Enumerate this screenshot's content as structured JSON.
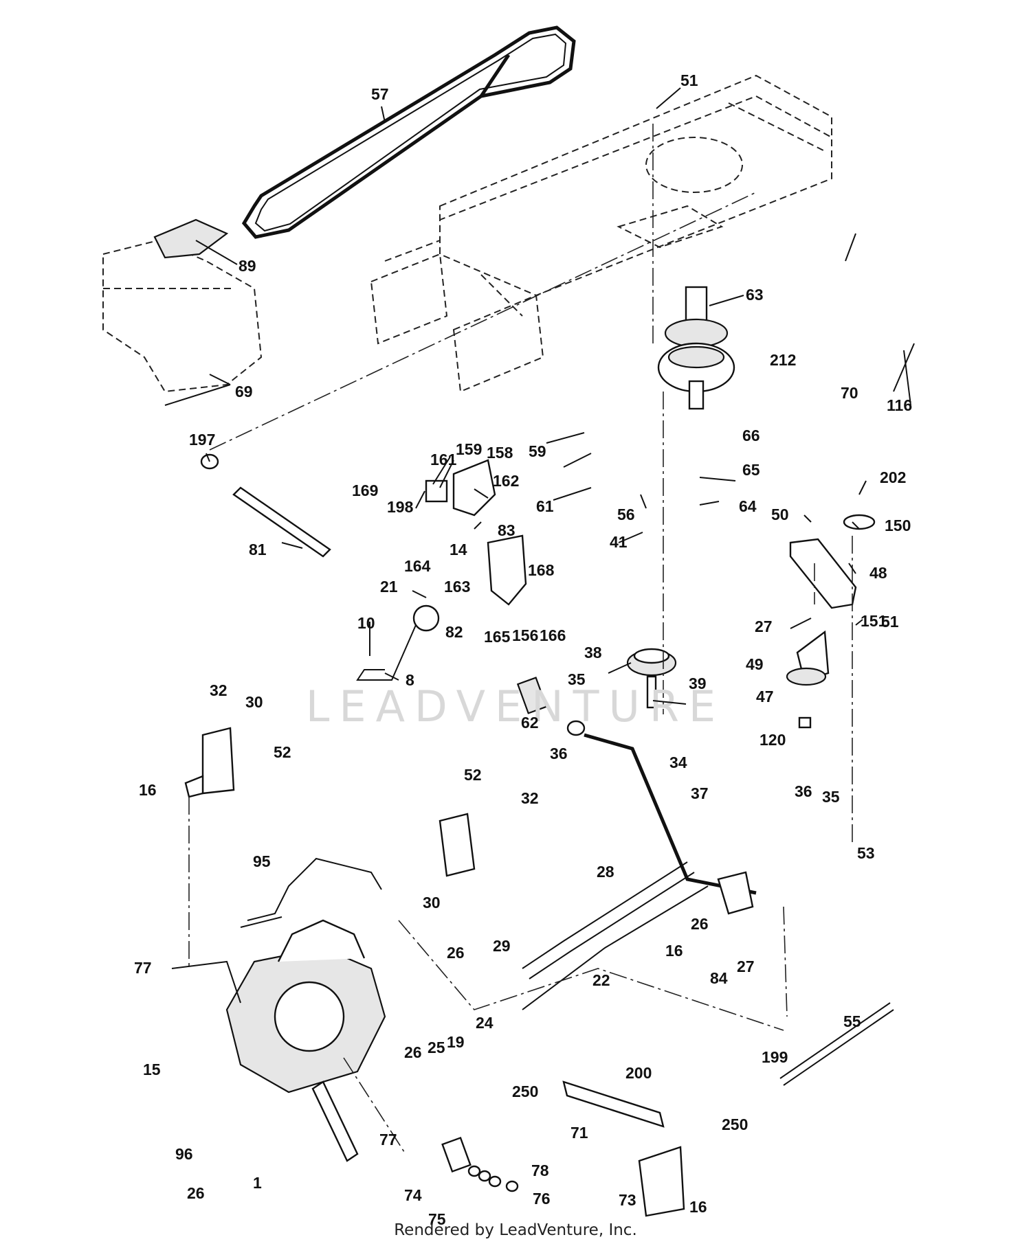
{
  "footer": "Rendered by LeadVenture, Inc.",
  "watermark": "LEADVENTURE",
  "part_labels": [
    "57",
    "51",
    "89",
    "63",
    "212",
    "70",
    "116",
    "69",
    "197",
    "161",
    "159",
    "158",
    "59",
    "66",
    "169",
    "162",
    "198",
    "65",
    "61",
    "56",
    "64",
    "202",
    "50",
    "150",
    "81",
    "14",
    "83",
    "41",
    "164",
    "48",
    "163",
    "168",
    "21",
    "27",
    "151",
    "51",
    "82",
    "165",
    "156",
    "166",
    "38",
    "10",
    "49",
    "47",
    "39",
    "8",
    "35",
    "32",
    "30",
    "62",
    "36",
    "120",
    "52",
    "16",
    "34",
    "37",
    "52",
    "32",
    "36",
    "35",
    "95",
    "53",
    "28",
    "30",
    "26",
    "29",
    "27",
    "16",
    "26",
    "77",
    "22",
    "84",
    "24",
    "199",
    "25",
    "19",
    "26",
    "55",
    "15",
    "200",
    "250",
    "71",
    "250",
    "77",
    "96",
    "78",
    "1",
    "26",
    "74",
    "75",
    "76",
    "73",
    "16"
  ]
}
